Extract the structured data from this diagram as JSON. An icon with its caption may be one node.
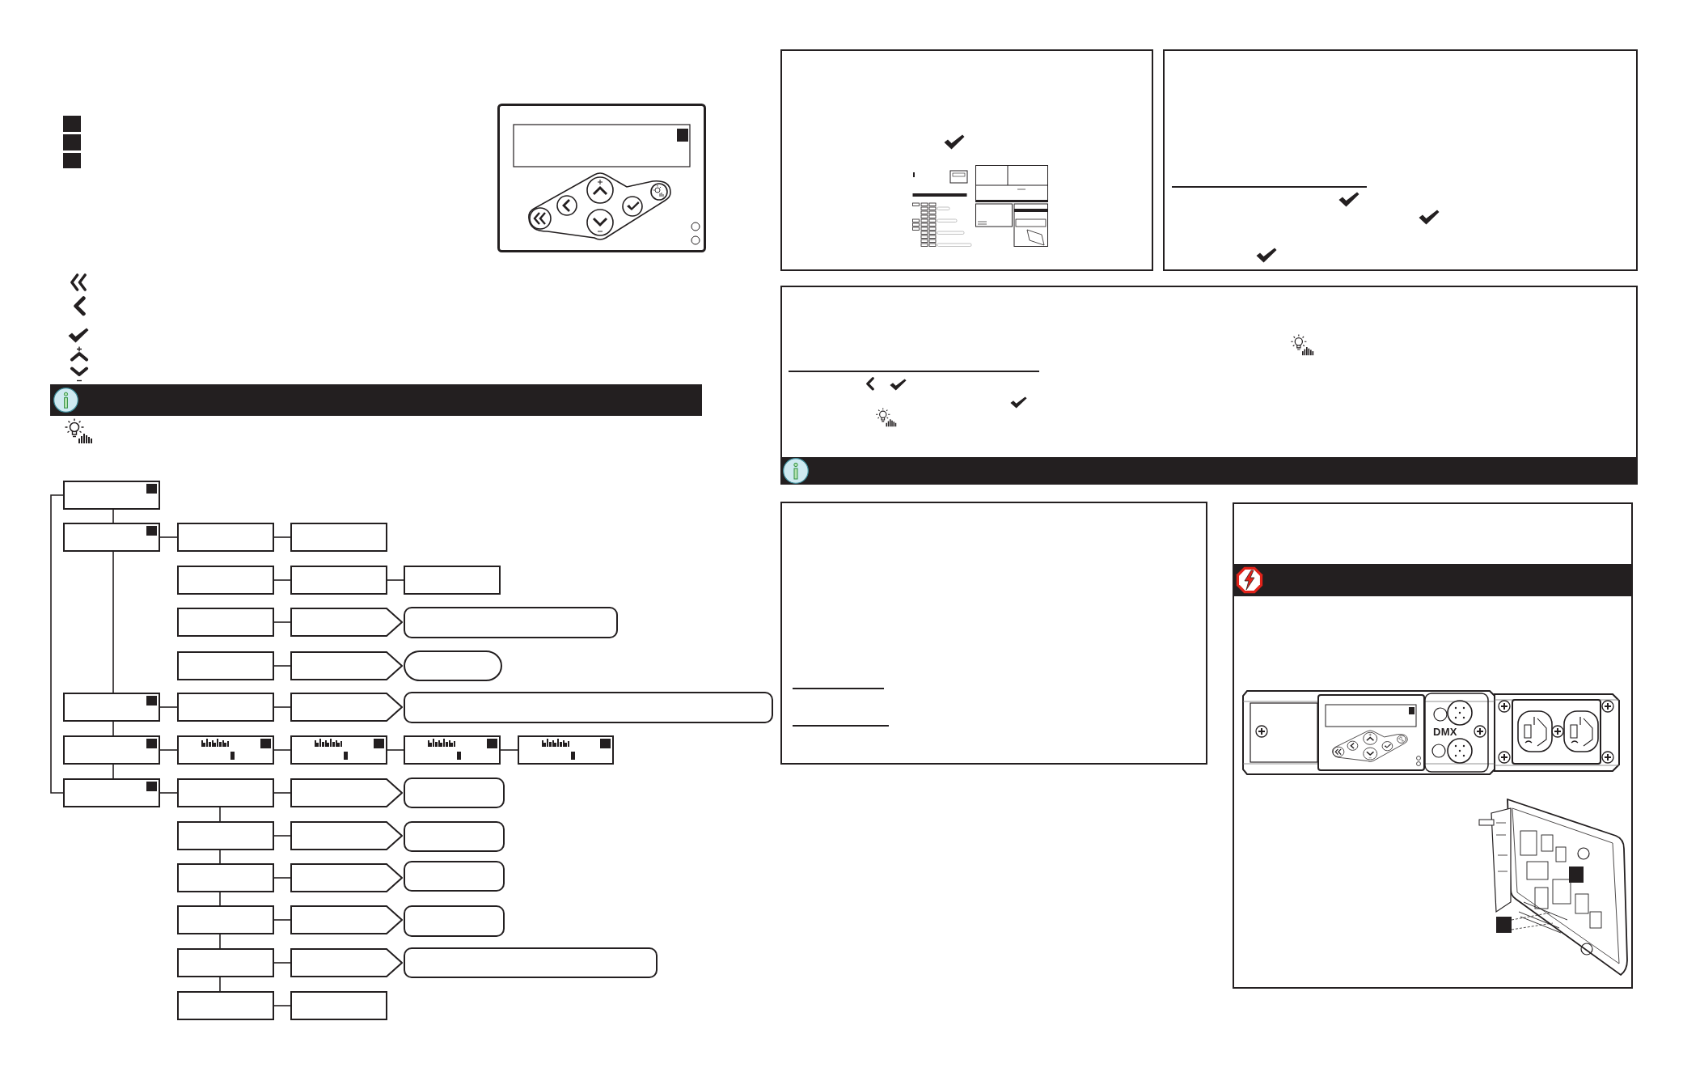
{
  "diagram": {
    "nodes": [
      {
        "text": [],
        "shape": "box"
      },
      {
        "text": [],
        "shape": "box"
      },
      {
        "text": [],
        "shape": "box"
      },
      {
        "text": [],
        "shape": "box"
      },
      {
        "text": [],
        "shape": "box"
      },
      {
        "text": [],
        "shape": "box"
      },
      {
        "text": [],
        "shape": "box"
      },
      {
        "text": [],
        "shape": "box"
      },
      {
        "text": [],
        "shape": "pentagon"
      },
      {
        "text": [],
        "shape": "capsule"
      },
      {
        "text": [],
        "shape": "box"
      },
      {
        "text": [],
        "shape": "pentagon"
      },
      {
        "text": [],
        "shape": "capsule"
      },
      {
        "text": [],
        "shape": "box"
      },
      {
        "text": [],
        "shape": "box"
      },
      {
        "text": [],
        "shape": "pentagon"
      },
      {
        "text": [],
        "shape": "capsule"
      },
      {
        "text": [],
        "shape": "box"
      },
      {
        "text": [],
        "shape": "box"
      },
      {
        "text": [],
        "shape": "box"
      },
      {
        "text": [],
        "shape": "box"
      },
      {
        "text": [],
        "shape": "box"
      },
      {
        "text": [],
        "shape": "box"
      },
      {
        "text": [],
        "shape": "box"
      },
      {
        "text": [],
        "shape": "pentagon"
      },
      {
        "text": [],
        "shape": "capsule"
      },
      {
        "text": [],
        "shape": "box"
      },
      {
        "text": [],
        "shape": "pentagon"
      },
      {
        "text": [],
        "shape": "capsule"
      },
      {
        "text": [],
        "shape": "box"
      },
      {
        "text": [],
        "shape": "pentagon"
      },
      {
        "text": [],
        "shape": "capsule"
      },
      {
        "text": [],
        "shape": "box"
      },
      {
        "text": [],
        "shape": "pentagon"
      },
      {
        "text": [],
        "shape": "capsule"
      },
      {
        "text": [],
        "shape": "box"
      },
      {
        "text": [],
        "shape": "pentagon"
      },
      {
        "text": [],
        "shape": "capsule"
      },
      {
        "text": [],
        "shape": "box"
      },
      {
        "text": [],
        "shape": "box"
      }
    ],
    "edges": [
      {
        "from": 0,
        "to": 1,
        "arrow": "none"
      },
      {
        "from": 0,
        "to": 22,
        "arrow": "none"
      },
      {
        "from": 1,
        "to": 2,
        "arrow": "none"
      },
      {
        "from": 2,
        "to": 3,
        "arrow": "none"
      },
      {
        "from": 1,
        "to": 13,
        "arrow": "none"
      },
      {
        "from": 4,
        "to": 5,
        "arrow": "none"
      },
      {
        "from": 5,
        "to": 6,
        "arrow": "none"
      },
      {
        "from": 7,
        "to": 8,
        "arrow": "none"
      },
      {
        "from": 10,
        "to": 11,
        "arrow": "none"
      },
      {
        "from": 13,
        "to": 14,
        "arrow": "none"
      },
      {
        "from": 14,
        "to": 15,
        "arrow": "none"
      },
      {
        "from": 13,
        "to": 17,
        "arrow": "none"
      },
      {
        "from": 17,
        "to": 18,
        "arrow": "none"
      },
      {
        "from": 18,
        "to": 19,
        "arrow": "none"
      },
      {
        "from": 19,
        "to": 20,
        "arrow": "none"
      },
      {
        "from": 20,
        "to": 21,
        "arrow": "none"
      },
      {
        "from": 17,
        "to": 22,
        "arrow": "none"
      },
      {
        "from": 22,
        "to": 23,
        "arrow": "none"
      },
      {
        "from": 23,
        "to": 24,
        "arrow": "none"
      },
      {
        "from": 23,
        "to": 26,
        "arrow": "none"
      },
      {
        "from": 26,
        "to": 27,
        "arrow": "none"
      },
      {
        "from": 26,
        "to": 29,
        "arrow": "none"
      },
      {
        "from": 29,
        "to": 30,
        "arrow": "none"
      },
      {
        "from": 29,
        "to": 32,
        "arrow": "none"
      },
      {
        "from": 32,
        "to": 33,
        "arrow": "none"
      },
      {
        "from": 32,
        "to": 35,
        "arrow": "none"
      },
      {
        "from": 35,
        "to": 36,
        "arrow": "none"
      },
      {
        "from": 35,
        "to": 38,
        "arrow": "none"
      },
      {
        "from": 38,
        "to": 39,
        "arrow": "none"
      }
    ],
    "labels": [
      "DMX"
    ]
  }
}
